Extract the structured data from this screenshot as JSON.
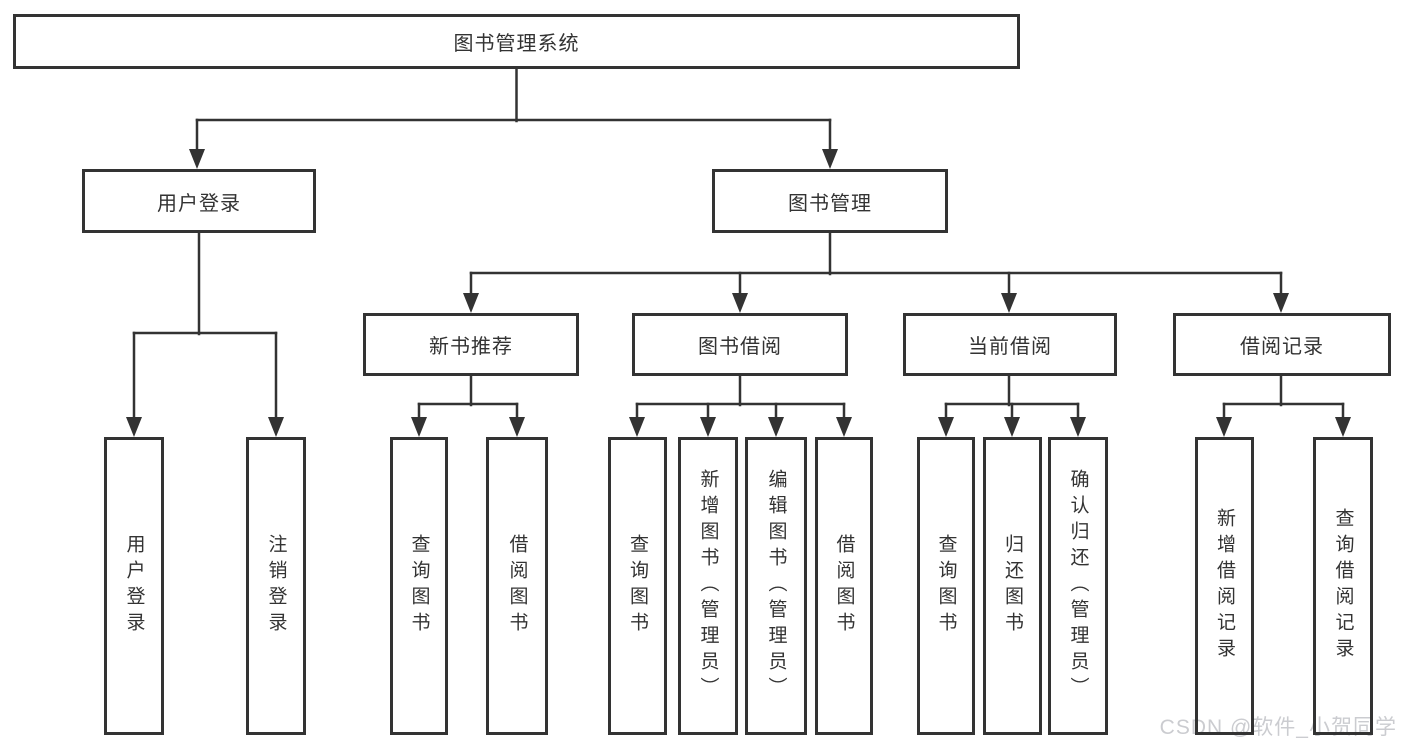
{
  "diagram": {
    "tree": {
      "label": "图书管理系统",
      "children": [
        {
          "label": "用户登录",
          "children": [
            {
              "label": "用户登录"
            },
            {
              "label": "注销登录"
            }
          ]
        },
        {
          "label": "图书管理",
          "children": [
            {
              "label": "新书推荐",
              "children": [
                {
                  "label": "查询图书"
                },
                {
                  "label": "借阅图书"
                }
              ]
            },
            {
              "label": "图书借阅",
              "children": [
                {
                  "label": "查询图书"
                },
                {
                  "label": "新增图书（管理员）"
                },
                {
                  "label": "编辑图书（管理员）"
                },
                {
                  "label": "借阅图书"
                }
              ]
            },
            {
              "label": "当前借阅",
              "children": [
                {
                  "label": "查询图书"
                },
                {
                  "label": "归还图书"
                },
                {
                  "label": "确认归还（管理员）"
                }
              ]
            },
            {
              "label": "借阅记录",
              "children": [
                {
                  "label": "新增借阅记录"
                },
                {
                  "label": "查询借阅记录"
                }
              ]
            }
          ]
        }
      ]
    },
    "colors": {
      "line": "#333333",
      "box_border": "#333333",
      "text": "#333333",
      "background": "#ffffff",
      "watermark": "#cbccd0"
    },
    "watermark": {
      "text": "CSDN @软件_小贺同学"
    }
  }
}
